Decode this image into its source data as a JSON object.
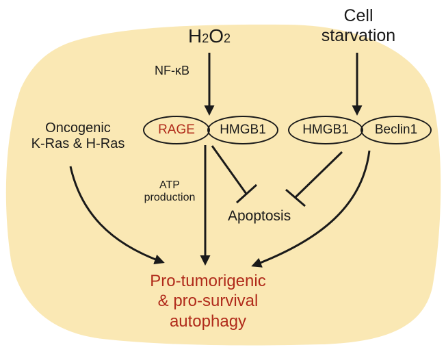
{
  "stimuli": {
    "h2o2": {
      "main": "H",
      "sub1": "2",
      "mid": "O",
      "sub2": "2"
    },
    "cell_starvation": [
      "Cell",
      "starvation"
    ],
    "oncogenic": [
      "Oncogenic",
      "K-Ras & H-Ras"
    ]
  },
  "mediators": {
    "nfkb": "NF-κB"
  },
  "complexes": {
    "rage": "RAGE",
    "hmgb1_left": "HMGB1",
    "hmgb1_right": "HMGB1",
    "beclin1": "Beclin1"
  },
  "annotations": {
    "atp": [
      "ATP",
      "production"
    ]
  },
  "outcomes": {
    "apoptosis": "Apoptosis",
    "autophagy": [
      "Pro-tumorigenic",
      "& pro-survival",
      "autophagy"
    ]
  },
  "colors": {
    "cell_fill": "#fae8b4",
    "arrow": "#1a1a1a",
    "highlight_red": "#b02a1a"
  }
}
